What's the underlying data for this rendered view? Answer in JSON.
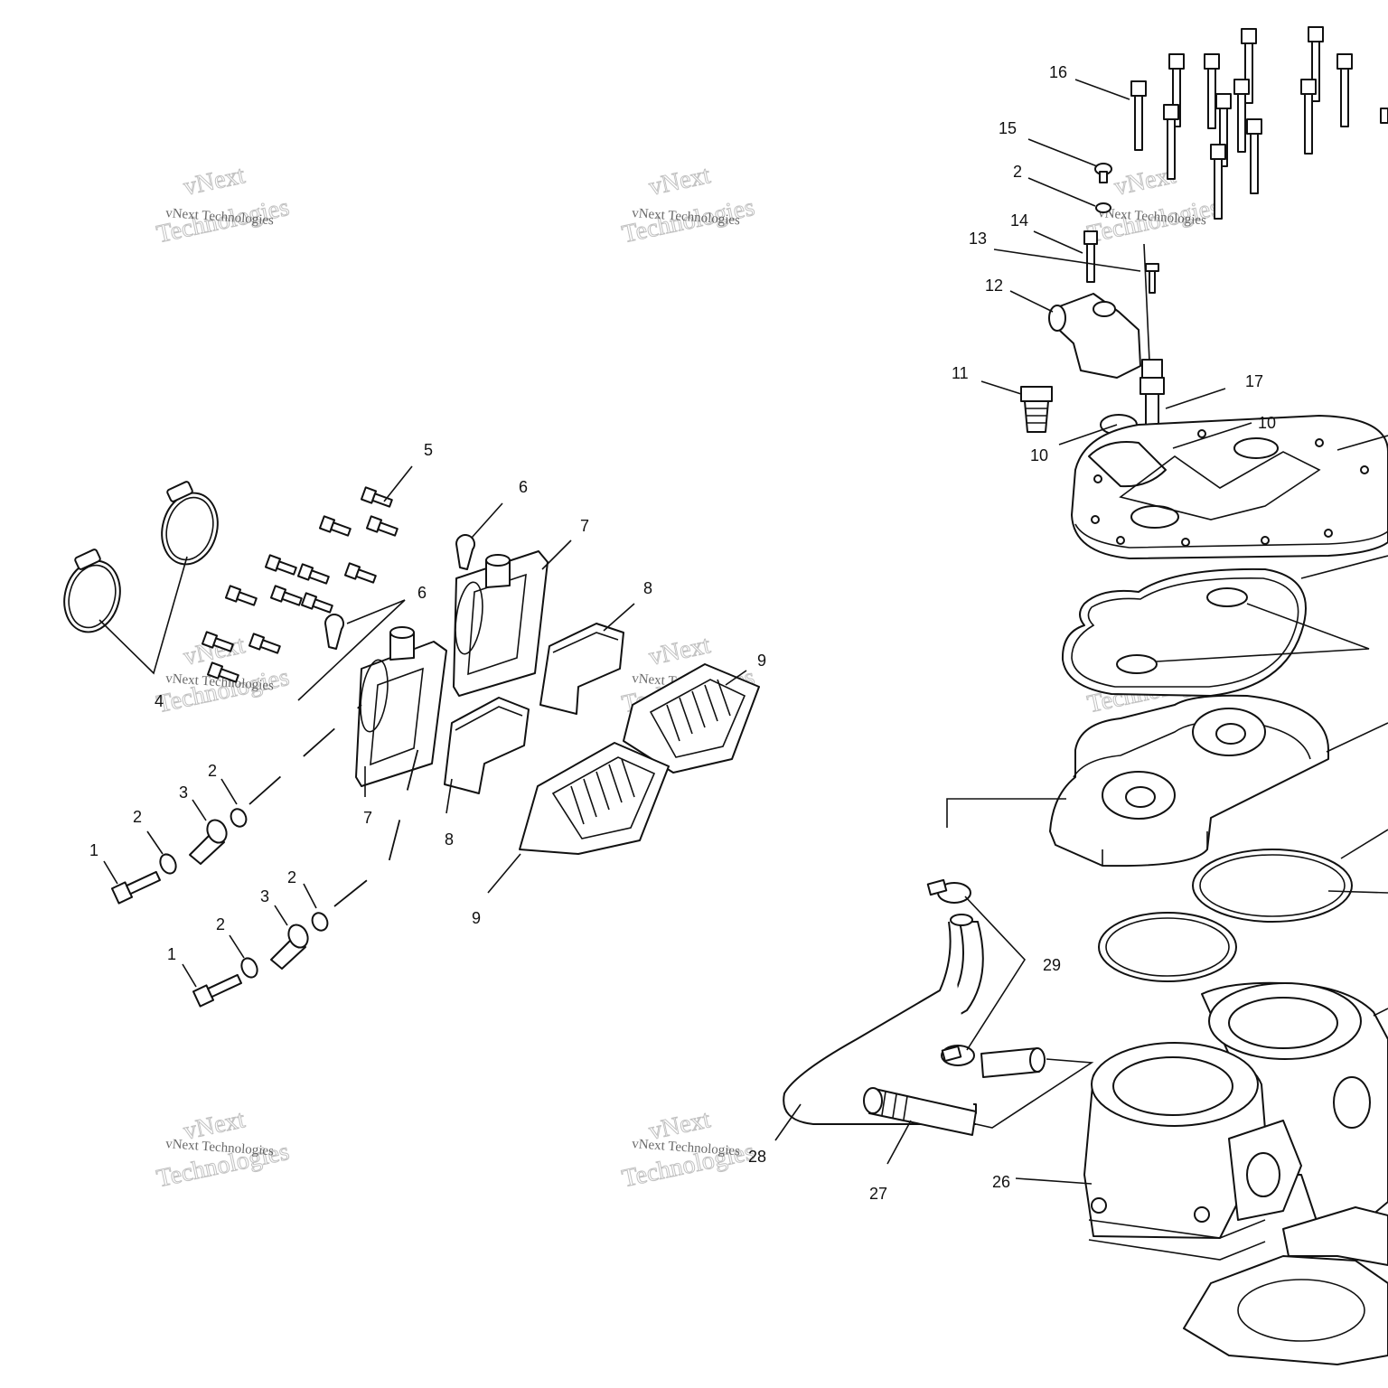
{
  "callouts": [
    "1",
    "2",
    "3",
    "4",
    "5",
    "6",
    "7",
    "8",
    "9",
    "10",
    "11",
    "12",
    "13",
    "14",
    "15",
    "16",
    "17",
    "26",
    "27",
    "28",
    "29"
  ],
  "watermark": {
    "small": "vNext Technologies",
    "large_top": "vNext",
    "large_bottom": "Technologies"
  }
}
